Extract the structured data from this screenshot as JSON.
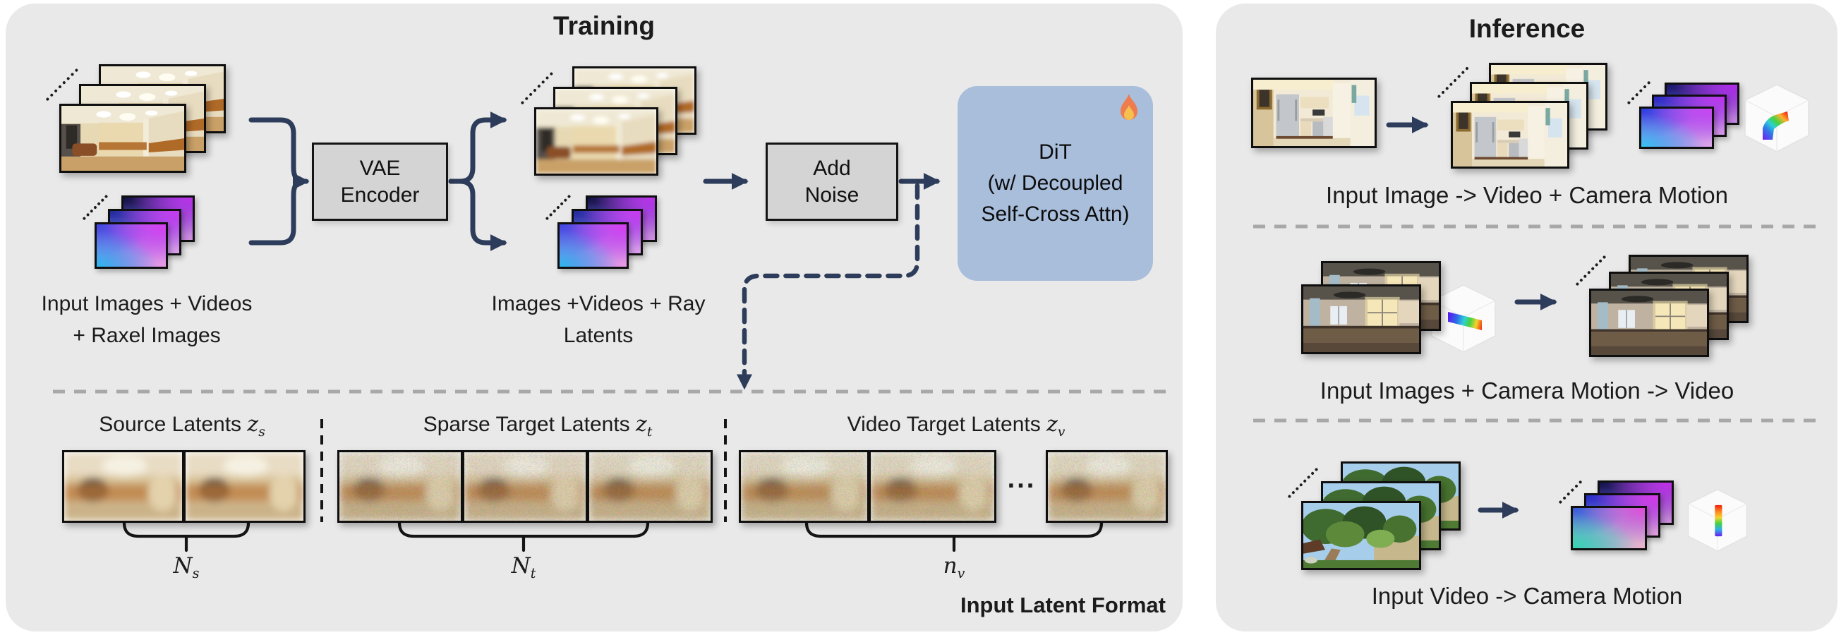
{
  "training": {
    "title": "Training",
    "input_label_line1": "Input Images + Videos",
    "input_label_line2": "+ Raxel Images",
    "vae_line1": "VAE",
    "vae_line2": "Encoder",
    "latents_label_line1": "Images +Videos + Ray",
    "latents_label_line2": "Latents",
    "add_noise_line1": "Add",
    "add_noise_line2": "Noise",
    "dit_line1": "DiT",
    "dit_line2": "(w/ Decoupled",
    "dit_line3": "Self-Cross Attn)"
  },
  "latent_format": {
    "footer": "Input Latent Format",
    "source": {
      "title": "Source Latents",
      "symbol": "z",
      "symbol_sub": "s",
      "count": "N",
      "count_sub": "s"
    },
    "sparse": {
      "title": "Sparse Target Latents",
      "symbol": "z",
      "symbol_sub": "t",
      "count": "N",
      "count_sub": "t"
    },
    "video": {
      "title": "Video Target Latents",
      "symbol": "z",
      "symbol_sub": "v",
      "count": "n",
      "count_sub": "v",
      "ellipsis": "..."
    }
  },
  "inference": {
    "title": "Inference",
    "row1_label": "Input Image -> Video + Camera Motion",
    "row2_label": "Input Images + Camera Motion -> Video",
    "row3_label": "Input Video -> Camera Motion"
  },
  "icons": {
    "dit_trainable": "fire-emoji",
    "camera_motion": "3d-cube-with-rainbow-trajectory"
  },
  "colors": {
    "panel_bg": "#e9e9e9",
    "box_gray": "#d4d4d4",
    "dit_blue": "#a9bedb",
    "arrow_navy": "#2d3c5a",
    "divider_gray": "#a8a8a8"
  }
}
